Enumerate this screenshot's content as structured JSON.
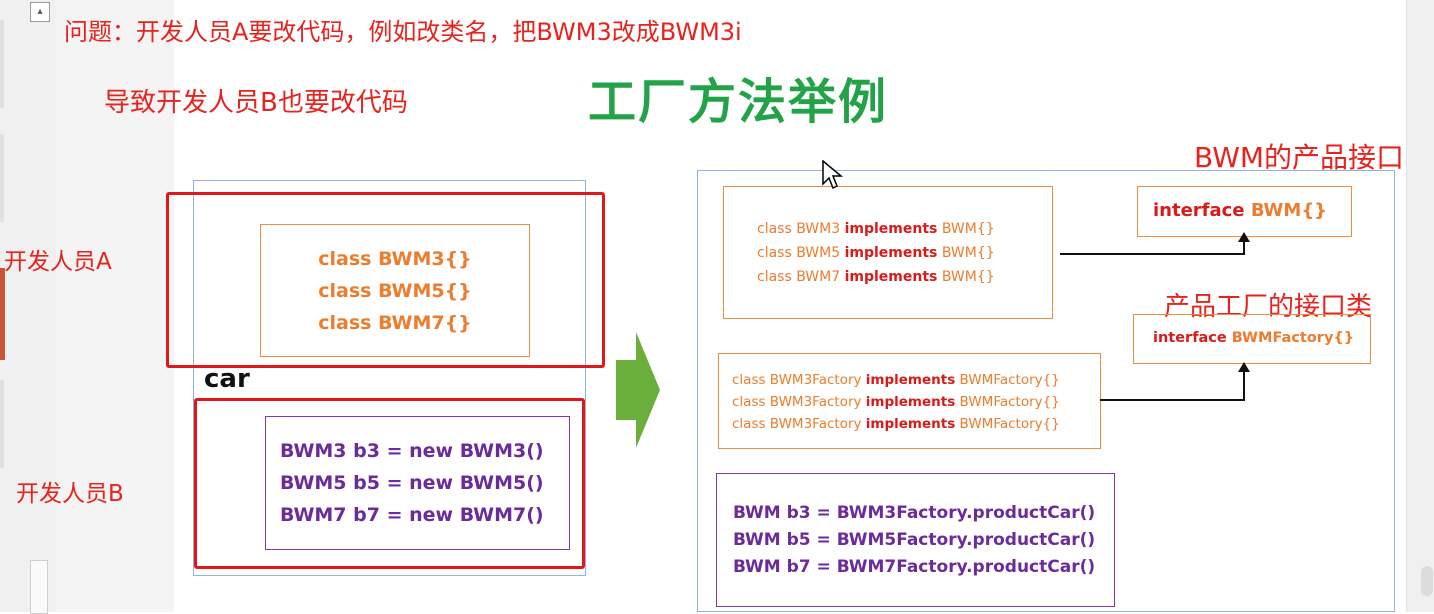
{
  "header": {
    "problem_line1": "问题：开发人员A要改代码，例如改类名，把BWM3改成BWM3i",
    "problem_line2": "导致开发人员B也要改代码",
    "title": "工厂方法举例"
  },
  "left": {
    "dev_a_label": "开发人员A",
    "dev_b_label": "开发人员B",
    "car_label": "car",
    "classes": [
      "class BWM3{}",
      "class BWM5{}",
      "class BWM7{}"
    ],
    "instantiations": [
      "BWM3 b3 = new BWM3()",
      "BWM5 b5 = new BWM5()",
      "BWM7 b7 = new BWM7()"
    ]
  },
  "right": {
    "product_interface_caption": "BWM的产品接口",
    "factory_interface_caption": "产品工厂的接口类",
    "product_impls": [
      {
        "cls": "class BWM3",
        "kw": "implements",
        "iface": "BWM{}"
      },
      {
        "cls": "class BWM5",
        "kw": "implements",
        "iface": "BWM{}"
      },
      {
        "cls": "class BWM7",
        "kw": "implements",
        "iface": "BWM{}"
      }
    ],
    "product_interface": {
      "kw": "interface",
      "name": "BWM{}"
    },
    "factory_impls": [
      {
        "cls": "class BWM3Factory",
        "kw": "implements",
        "iface": "BWMFactory{}"
      },
      {
        "cls": "class BWM3Factory",
        "kw": "implements",
        "iface": "BWMFactory{}"
      },
      {
        "cls": "class BWM3Factory",
        "kw": "implements",
        "iface": "BWMFactory{}"
      }
    ],
    "factory_interface": {
      "kw": "interface",
      "name": "BWMFactory{}"
    },
    "usages": [
      "BWM b3 = BWM3Factory.productCar()",
      "BWM b5 = BWM5Factory.productCar()",
      "BWM b7 = BWM7Factory.productCar()"
    ]
  },
  "colors": {
    "red": "#e8221c",
    "green": "#22a348",
    "orange": "#ec7d2e",
    "purple": "#6b2b9a",
    "arrow_green": "#6aae3c"
  }
}
